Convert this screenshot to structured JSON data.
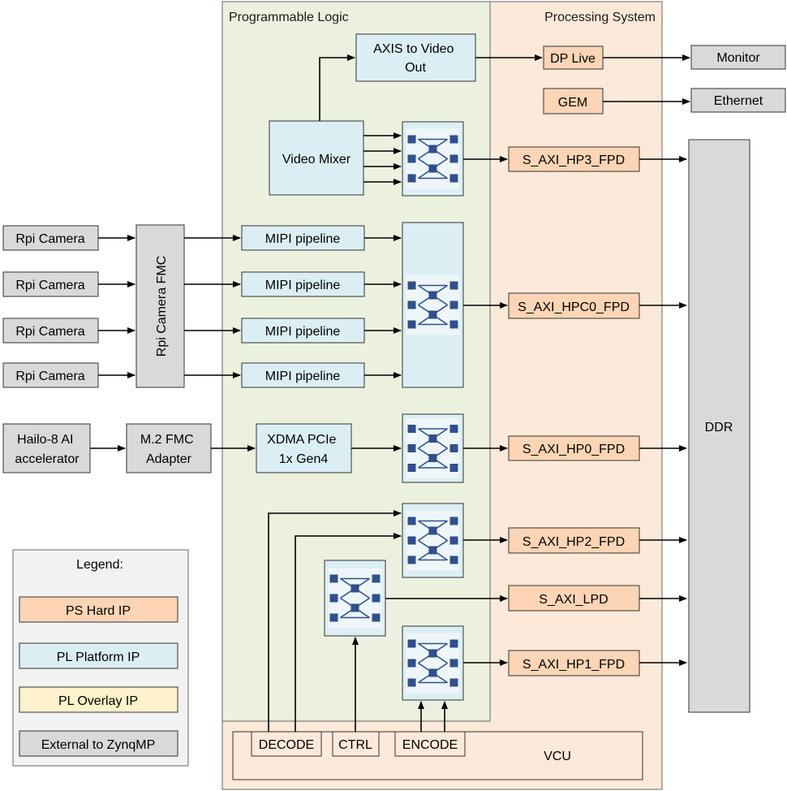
{
  "colors": {
    "ps_hard_ip": "#fbd5b5",
    "pl_platform_ip": "#dbeef4",
    "pl_overlay_ip": "#fff2cc",
    "external": "#d9d9d9",
    "pl_region": "#ebf1de",
    "ps_region": "#fce9d9",
    "legend_bg": "#f2f2f2",
    "switch_square": "#2f4f8f"
  },
  "regions": {
    "programmable_logic": "Programmable Logic",
    "processing_system": "Processing System"
  },
  "blocks": {
    "axis_to_video_out": "AXIS to Video Out",
    "dp_live": "DP Live",
    "monitor": "Monitor",
    "gem": "GEM",
    "ethernet": "Ethernet",
    "video_mixer": "Video Mixer",
    "hp3": "S_AXI_HP3_FPD",
    "hpc0": "S_AXI_HPC0_FPD",
    "hp0": "S_AXI_HP0_FPD",
    "hp2": "S_AXI_HP2_FPD",
    "lpd": "S_AXI_LPD",
    "hp1": "S_AXI_HP1_FPD",
    "ddr": "DDR",
    "rpi_camera_fmc": "Rpi Camera FMC",
    "rpi_cameras": [
      "Rpi Camera",
      "Rpi Camera",
      "Rpi Camera",
      "Rpi Camera"
    ],
    "mipi_pipelines": [
      "MIPI pipeline",
      "MIPI pipeline",
      "MIPI pipeline",
      "MIPI pipeline"
    ],
    "hailo": "Hailo-8 AI accelerator",
    "m2_fmc": "M.2 FMC Adapter",
    "xdma": "XDMA PCIe 1x Gen4",
    "vcu": "VCU",
    "decode": "DECODE",
    "ctrl": "CTRL",
    "encode": "ENCODE"
  },
  "legend": {
    "title": "Legend:",
    "items": [
      "PS Hard IP",
      "PL Platform IP",
      "PL Overlay IP",
      "External to ZynqMP"
    ]
  }
}
